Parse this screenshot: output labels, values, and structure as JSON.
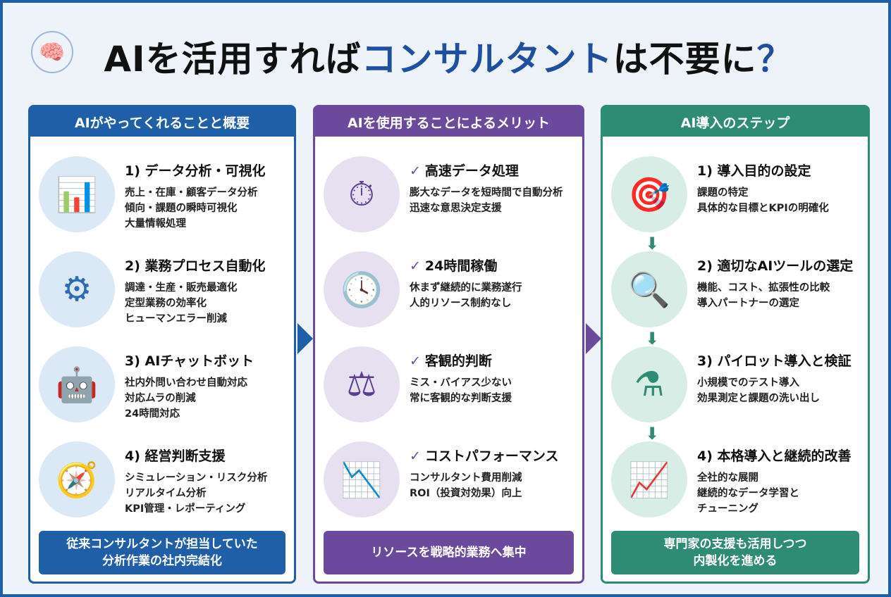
{
  "title": {
    "part1": "AIを活用すれば",
    "highlight": "コンサルタント",
    "part2": "は不要に",
    "mark": "？"
  },
  "colors": {
    "blue": "#1f5fa8",
    "purple": "#6b4a9e",
    "green": "#2e8b74"
  },
  "panels": [
    {
      "header": "AIがやってくれることと概要",
      "items": [
        {
          "icon": "dashboard-icon",
          "glyph": "📊",
          "title": "1) データ分析・可視化",
          "lines": [
            "売上・在庫・顧客データ分析",
            "傾向・課題の瞬時可視化",
            "大量情報処理"
          ]
        },
        {
          "icon": "gear-circuit-icon",
          "glyph": "⚙",
          "title": "2) 業務プロセス自動化",
          "lines": [
            "調達・生産・販売最適化",
            "定型業務の効率化",
            "ヒューマンエラー削減"
          ]
        },
        {
          "icon": "chatbot-icon",
          "glyph": "🤖",
          "title": "3) AIチャットボット",
          "lines": [
            "社内外問い合わせ自動対応",
            "対応ムラの削減",
            "24時間対応"
          ]
        },
        {
          "icon": "compass-target-icon",
          "glyph": "🧭",
          "title": "4) 経営判断支援",
          "lines": [
            "シミュレーション・リスク分析",
            "リアルタイム分析",
            "KPI管理・レポーティング"
          ]
        }
      ],
      "footer": [
        "従来コンサルタントが担当していた",
        "分析作業の社内完結化"
      ]
    },
    {
      "header": "AIを使用することによるメリット",
      "items": [
        {
          "icon": "stopwatch-icon",
          "glyph": "⏱",
          "title": "高速データ処理",
          "lines": [
            "膨大なデータを短時間で自動分析",
            "迅速な意思決定支援"
          ]
        },
        {
          "icon": "clock-cycle-icon",
          "glyph": "🕓",
          "title": "24時間稼働",
          "lines": [
            "休まず継続的に業務遂行",
            "人的リソース制約なし"
          ]
        },
        {
          "icon": "scale-brain-icon",
          "glyph": "⚖",
          "title": "客観的判断",
          "lines": [
            "ミス・バイアス少ない",
            "常に客観的な判断支援"
          ]
        },
        {
          "icon": "coins-down-icon",
          "glyph": "📉",
          "title": "コストパフォーマンス",
          "lines": [
            "コンサルタント費用削減",
            "ROI（投資対効果）向上"
          ]
        }
      ],
      "footer": [
        "リソースを戦略的業務へ集中"
      ]
    },
    {
      "header": "AI導入のステップ",
      "items": [
        {
          "icon": "target-icon",
          "glyph": "🎯",
          "title": "1) 導入目的の設定",
          "lines": [
            "課題の特定",
            "具体的な目標とKPIの明確化"
          ]
        },
        {
          "icon": "magnifier-check-icon",
          "glyph": "🔍",
          "title": "2) 適切なAIツールの選定",
          "lines": [
            "機能、コスト、拡張性の比較",
            "導入パートナーの選定"
          ]
        },
        {
          "icon": "flask-icon",
          "glyph": "⚗",
          "title": "3) パイロット導入と検証",
          "lines": [
            "小規模でのテスト導入",
            "効果測定と課題の洗い出し"
          ]
        },
        {
          "icon": "growth-chart-icon",
          "glyph": "📈",
          "title": "4) 本格導入と継続的改善",
          "lines": [
            "全社的な展開",
            "継続的なデータ学習と",
            "チューニング"
          ]
        }
      ],
      "footer": [
        "専門家の支援も活用しつつ",
        "内製化を進める"
      ]
    }
  ]
}
